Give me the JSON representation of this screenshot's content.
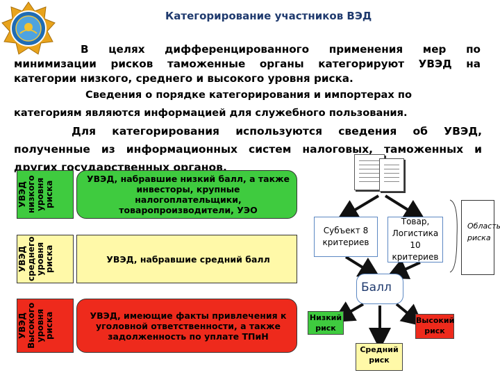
{
  "header": {
    "title": "Категорирование участников ВЭД",
    "emblem_color": "#1f6cb5",
    "emblem_accent": "#e8a31c"
  },
  "paragraphs": {
    "p1": "В целях дифференцированного применения мер по минимизации рисков таможенные органы категорируют УВЭД на категории низкого, среднего и высокого уровня риска.",
    "p2": "Сведения о порядке категорирования и импортерах по категориям являются информацией для служебного пользования.",
    "p3": "Для категорирования используются сведения об УВЭД, полученные из информационных систем налоговых, таможенных и других государственных органов."
  },
  "categories": [
    {
      "label": "УВЭД низкого уровня риска",
      "text": "УВЭД, набравшие низкий балл, а также инвесторы, крупные налогоплательщики, товаропроизводители, УЭО",
      "color": "#3fcb3f"
    },
    {
      "label": "УВЭД среднего уровня риска",
      "text": "УВЭД, набравшие средний балл",
      "color": "#fff9a8"
    },
    {
      "label": "УВЭД Высокого уровня риска",
      "text": "УВЭД, имеющие факты привлечения к уголовной ответственности, а также задолженность по уплате ТПиН",
      "color": "#ee2a1c"
    }
  ],
  "flow": {
    "subject": "Субъект 8 критериев",
    "goods": "Товар, Логистика 10 критериев",
    "score": "Балл",
    "risk_area": "Область риска",
    "outcomes": {
      "low": "Низкий риск",
      "medium": "Средний риск",
      "high": "Высокий риск"
    },
    "low_color": "#3fcb3f",
    "medium_color": "#fff9a8",
    "high_color": "#ee2a1c"
  }
}
